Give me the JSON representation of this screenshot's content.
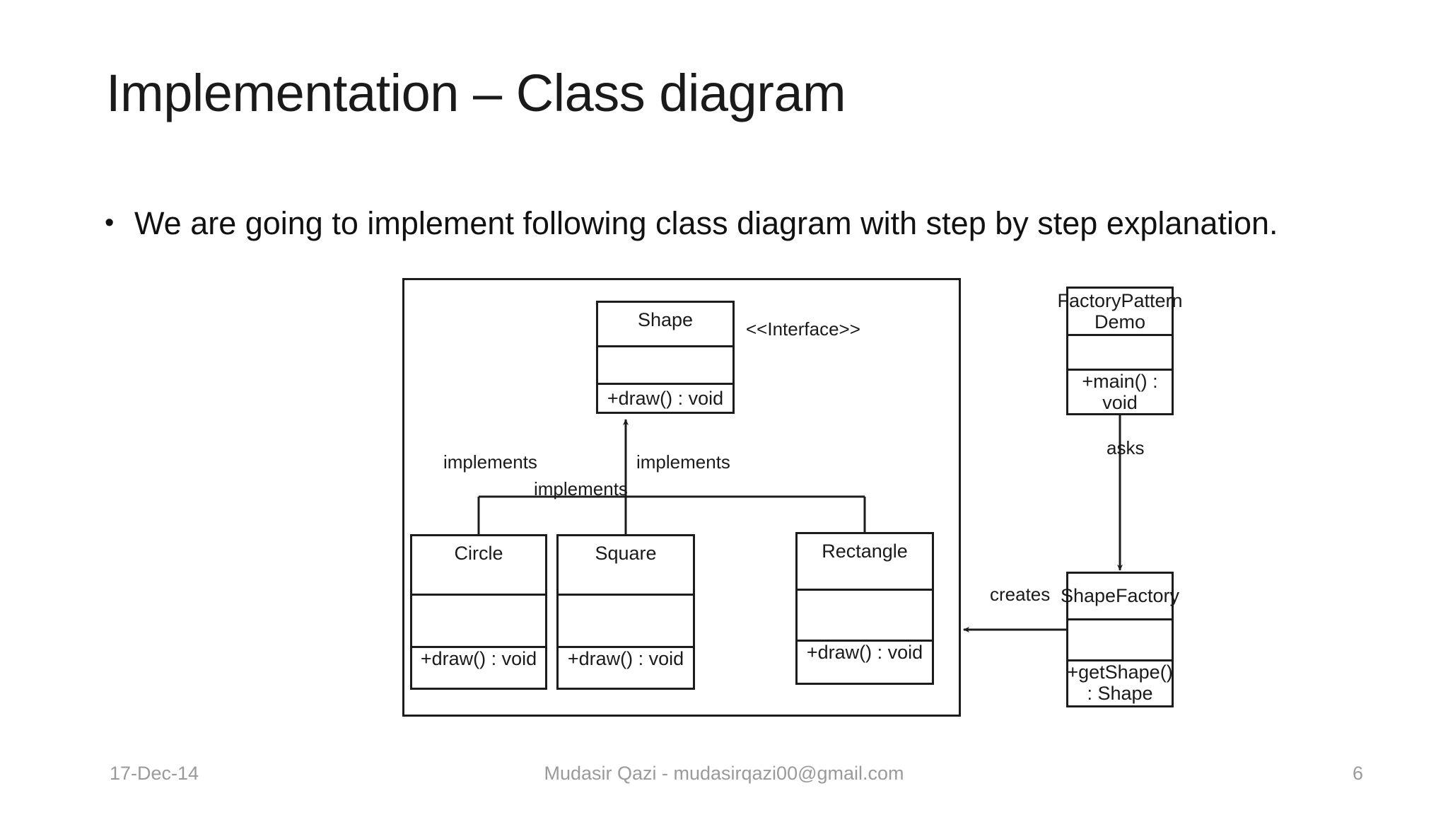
{
  "slide": {
    "title": "Implementation – Class diagram",
    "bullets": [
      {
        "marker": "•",
        "text": "We are going to implement following class diagram with step by step explanation."
      }
    ]
  },
  "diagram": {
    "type": "uml-class-diagram",
    "classes": [
      {
        "id": "shape",
        "name": "Shape",
        "stereotype": "<<Interface>>",
        "attributes": "",
        "operations": "+draw() : void"
      },
      {
        "id": "circle",
        "name": "Circle",
        "attributes": "",
        "operations": "+draw() : void"
      },
      {
        "id": "square",
        "name": "Square",
        "attributes": "",
        "operations": "+draw() : void"
      },
      {
        "id": "rectangle",
        "name": "Rectangle",
        "attributes": "",
        "operations": "+draw() : void"
      },
      {
        "id": "factorypatterndemo",
        "name": "FactoryPattern Demo",
        "attributes": "",
        "operations": "+main() : void"
      },
      {
        "id": "shapefactory",
        "name": "ShapeFactory",
        "attributes": "",
        "operations": "+getShape() : Shape"
      }
    ],
    "edges": [
      {
        "from": "circle",
        "to": "shape",
        "label": "implements"
      },
      {
        "from": "square",
        "to": "shape",
        "label": "implements"
      },
      {
        "from": "rectangle",
        "to": "shape",
        "label": "implements"
      },
      {
        "from": "factorypatterndemo",
        "to": "shapefactory",
        "label": "asks"
      },
      {
        "from": "shapefactory",
        "to": "shape-group",
        "label": "creates"
      }
    ],
    "labels": {
      "interface": "<<Interface>>",
      "implements_left": "implements",
      "implements_middle": "implements",
      "implements_right": "implements",
      "asks": "asks",
      "creates": "creates"
    }
  },
  "footer": {
    "date": "17-Dec-14",
    "center": "Mudasir Qazi - mudasirqazi00@gmail.com",
    "page_number": "6"
  },
  "colors": {
    "text": "#1a1a1a",
    "footer_text": "#9a9a9a",
    "stroke": "#1c1c1c",
    "background": "#ffffff"
  }
}
